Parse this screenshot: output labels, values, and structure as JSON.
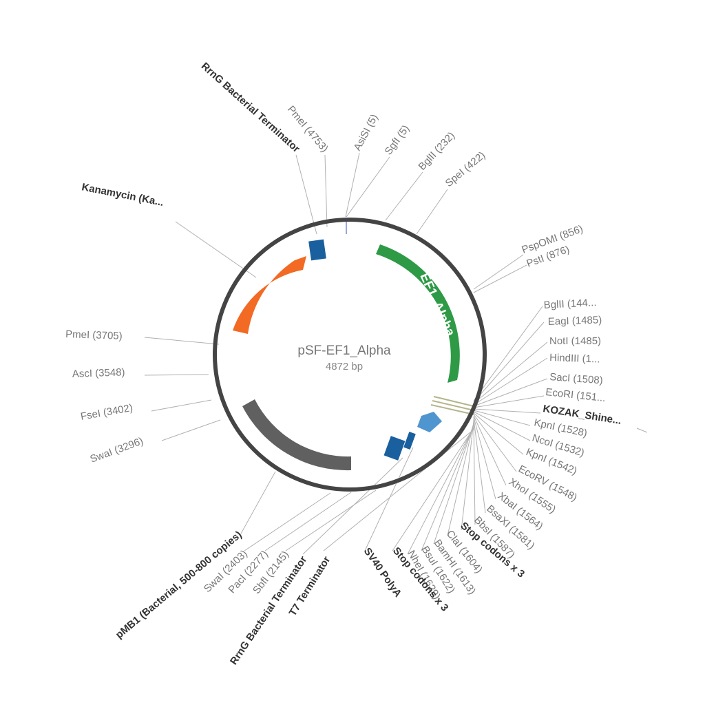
{
  "plasmid": {
    "name": "pSF-EF1_Alpha",
    "size": "4872 bp"
  },
  "colors": {
    "backbone": "#444444",
    "ef1_alpha": "#2e9a46",
    "kanamycin": "#f26a24",
    "pmb1": "#606060",
    "terminator_box": "#1a5f9e",
    "kozak_arrow": "#4f95d0"
  },
  "features": {
    "ef1_alpha": "EF1_Alpha"
  },
  "labels": {
    "rrng_top": "RrnG Bacterial Terminator",
    "pmei_4753": "PmeI (4753)",
    "asisi": "AsiSI (5)",
    "sgfi": "SgfI (5)",
    "bglii_232": "BglII (232)",
    "spei": "SpeI (422)",
    "pspomi": "PspOMI (856)",
    "psti": "PstI (876)",
    "kanamycin": "Kanamycin (Ka...",
    "pmei_3705": "PmeI (3705)",
    "asci": "AscI (3548)",
    "fsei": "FseI (3402)",
    "swai_3296": "SwaI (3296)",
    "bglii_144": "BglII (144...",
    "eagi": "EagI (1485)",
    "noti": "NotI (1485)",
    "hindiii": "HindIII (1...",
    "saci": "SacI (1508)",
    "ecori": "EcoRI (151...",
    "kozak": "KOZAK_Shine...",
    "kpni_1528": "KpnI (1528)",
    "ncoi": "NcoI (1532)",
    "kpni_1542": "KpnI (1542)",
    "ecorv": "EcoRV (1548)",
    "xhoi": "XhoI (1555)",
    "xbai": "XbaI (1564)",
    "bsaxi": "BsaXI (1581)",
    "bbsi": "BbsI (1587)",
    "stop1": "Stop codons x 3",
    "clai": "ClaI (1604)",
    "bamhi": "BamHI (1613)",
    "bsui": "BsuI (1622)",
    "nhei": "NheI (1629)",
    "stop2": "Stop codons x 3",
    "sv40": "SV40 PolyA",
    "t7": "T7 Terminator",
    "rrng_bottom": "RrnG Bacterial Terminator",
    "sbfi": "SbfI (2145)",
    "paci": "PacI (2277)",
    "swai_2403": "SwaI (2403)",
    "pmb1": "pMB1 (Bacterial, 500-800 copies)"
  }
}
